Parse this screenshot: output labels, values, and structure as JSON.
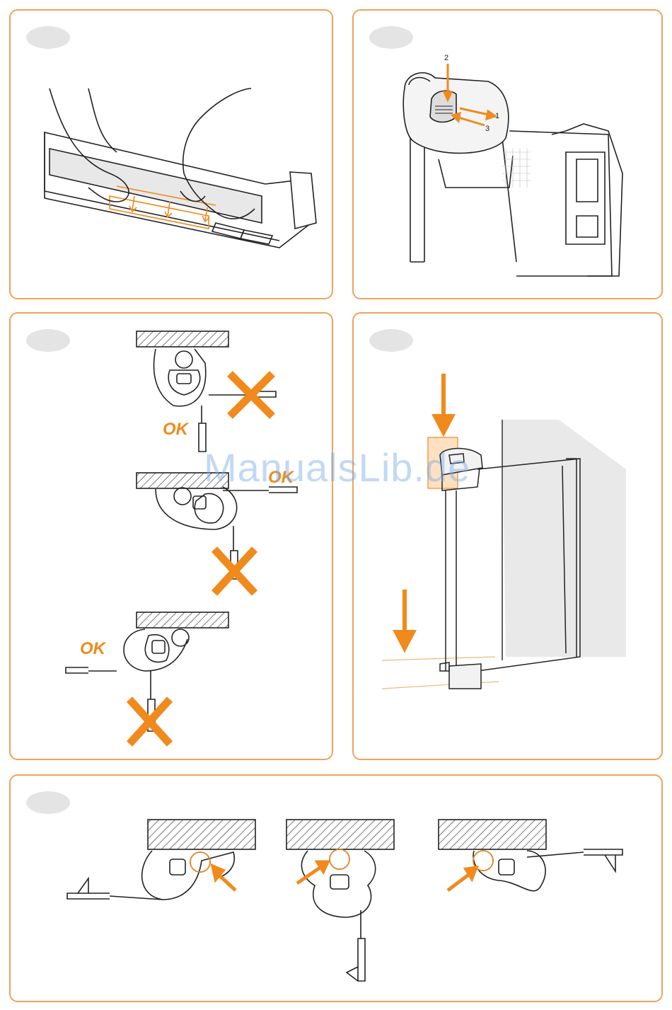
{
  "colors": {
    "border": "#f0a35a",
    "accent": "#f08a1c",
    "ink": "#222222",
    "badge": "#e4e4e4"
  },
  "panel_b": {
    "callouts": [
      "2",
      "1",
      "3"
    ]
  },
  "panel_c": {
    "ok_labels": [
      "OK",
      "OK",
      "OK"
    ]
  },
  "watermark": {
    "text": "ManualsLib.de"
  }
}
